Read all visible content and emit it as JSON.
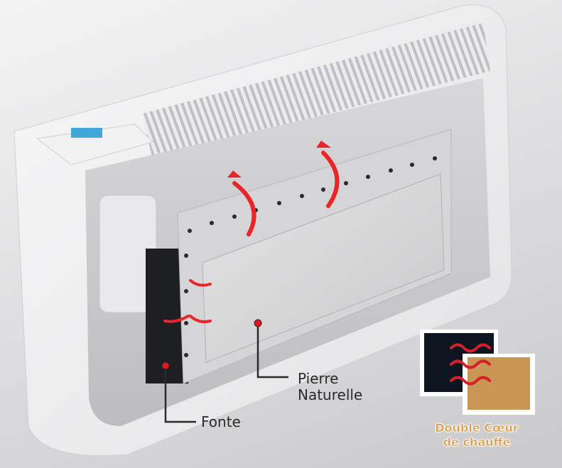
{
  "callouts": {
    "stone": {
      "line1": "Pierre",
      "line2": "Naturelle"
    },
    "castiron": {
      "label": "Fonte"
    }
  },
  "badge": {
    "line1": "Double Cœur",
    "line2": "de chauffe",
    "colors": {
      "dark": "#0d1620",
      "gold": "#c99653",
      "wave": "#d4202c",
      "text": "#d59a4a"
    }
  },
  "accent": {
    "arrow": "#e8262a"
  }
}
